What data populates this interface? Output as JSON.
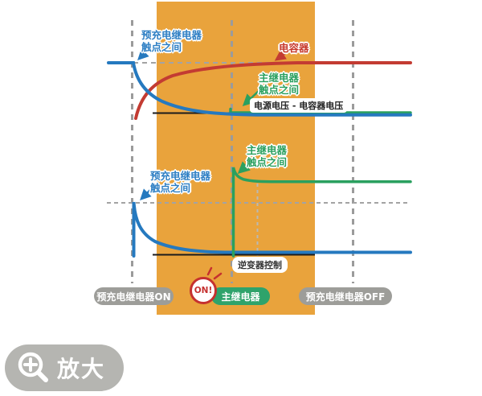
{
  "colors": {
    "band_orange": "#e9a33c",
    "curve_blue": "#2579bf",
    "curve_red": "#c33b32",
    "curve_green": "#2aa05f",
    "dash_gray": "#9b9b9b",
    "pill_gray": "#9d9d99",
    "pill_green": "#2fa36b",
    "badge_red": "#c5312f",
    "button_gray": "#b5b5b1"
  },
  "labels": {
    "precharge_top": {
      "line1": "预充电继电器",
      "line2": "触点之间"
    },
    "capacitor": "电容器",
    "main_relay_top": {
      "line1": "主继电器",
      "line2": "触点之间"
    },
    "supply_note": "电源电压 - 电容器电压",
    "main_relay_bottom": {
      "line1": "主继电器",
      "line2": "触点之间"
    },
    "precharge_bottom": {
      "line1": "预充电继电器",
      "line2": "触点之间"
    },
    "inverter_control": "逆变器控制"
  },
  "timeline": {
    "precharge_on": "预充电继电器ON",
    "on_badge": "ON!",
    "main_relay": "主继电器",
    "precharge_off": "预充电继电器OFF"
  },
  "zoom_button": {
    "label": "放大"
  },
  "chart_data": [
    {
      "type": "line",
      "title": "",
      "xlabel": "",
      "ylabel": "",
      "axes_numeric": false,
      "x_events": [
        "预充电继电器ON",
        "主继电器ON(逆变器控制)",
        "预充电继电器OFF"
      ],
      "x_events_norm": [
        0.08,
        0.41,
        0.81
      ],
      "grid": "dashed event lines; dashed reference at supply-voltage level",
      "legend_position": "inline-annotations",
      "series": [
        {
          "name": "预充电继电器 触点之间",
          "color": "#2579bf",
          "description": "voltage across precharge relay contacts: at supply level before ON, exponential decay to 0 after precharge relay ON",
          "points_norm": [
            [
              0.0,
              1.0
            ],
            [
              0.08,
              1.0
            ],
            [
              0.15,
              0.55
            ],
            [
              0.25,
              0.18
            ],
            [
              0.41,
              0.02
            ],
            [
              1.0,
              0.0
            ]
          ]
        },
        {
          "name": "电容器",
          "color": "#c33b32",
          "description": "capacitor voltage: exponential rise from 0 to supply level after precharge relay ON",
          "points_norm": [
            [
              0.08,
              0.0
            ],
            [
              0.15,
              0.5
            ],
            [
              0.25,
              0.82
            ],
            [
              0.41,
              0.96
            ],
            [
              0.62,
              1.0
            ],
            [
              1.0,
              1.0
            ]
          ]
        },
        {
          "name": "主继电器 触点之间",
          "color": "#2aa05f",
          "description": "voltage across main relay contacts = 电源电压 - 电容器电压; drops to ~0 when main relay closes",
          "points_norm": [
            [
              0.41,
              0.06
            ],
            [
              0.41,
              0.0
            ],
            [
              1.0,
              0.0
            ]
          ]
        }
      ],
      "annotations": [
        "电源电压 - 电容器电压"
      ]
    },
    {
      "type": "line",
      "title": "",
      "xlabel": "",
      "ylabel": "",
      "axes_numeric": false,
      "x_events": [
        "预充电继电器ON",
        "主继电器ON",
        "逆变器控制"
      ],
      "x_events_norm": [
        0.08,
        0.41,
        0.49
      ],
      "grid": "dashed reference line at blue spike peak level",
      "legend_position": "inline-annotations",
      "series": [
        {
          "name": "预充电继电器 触点之间",
          "color": "#2579bf",
          "description": "spike at precharge relay ON, exponential decay back to ~0",
          "points_norm": [
            [
              0.08,
              0.0
            ],
            [
              0.08,
              1.0
            ],
            [
              0.15,
              0.45
            ],
            [
              0.25,
              0.14
            ],
            [
              0.41,
              0.04
            ],
            [
              1.0,
              0.03
            ]
          ]
        },
        {
          "name": "主继电器 触点之间",
          "color": "#2aa05f",
          "description": "sharp spike at main relay ON, decays and settles at a steady level (inverter control running)",
          "points_norm": [
            [
              0.41,
              0.0
            ],
            [
              0.41,
              1.68
            ],
            [
              0.47,
              1.45
            ],
            [
              0.55,
              1.4
            ],
            [
              1.0,
              1.4
            ]
          ]
        }
      ],
      "annotations": [
        "逆变器控制"
      ]
    }
  ]
}
